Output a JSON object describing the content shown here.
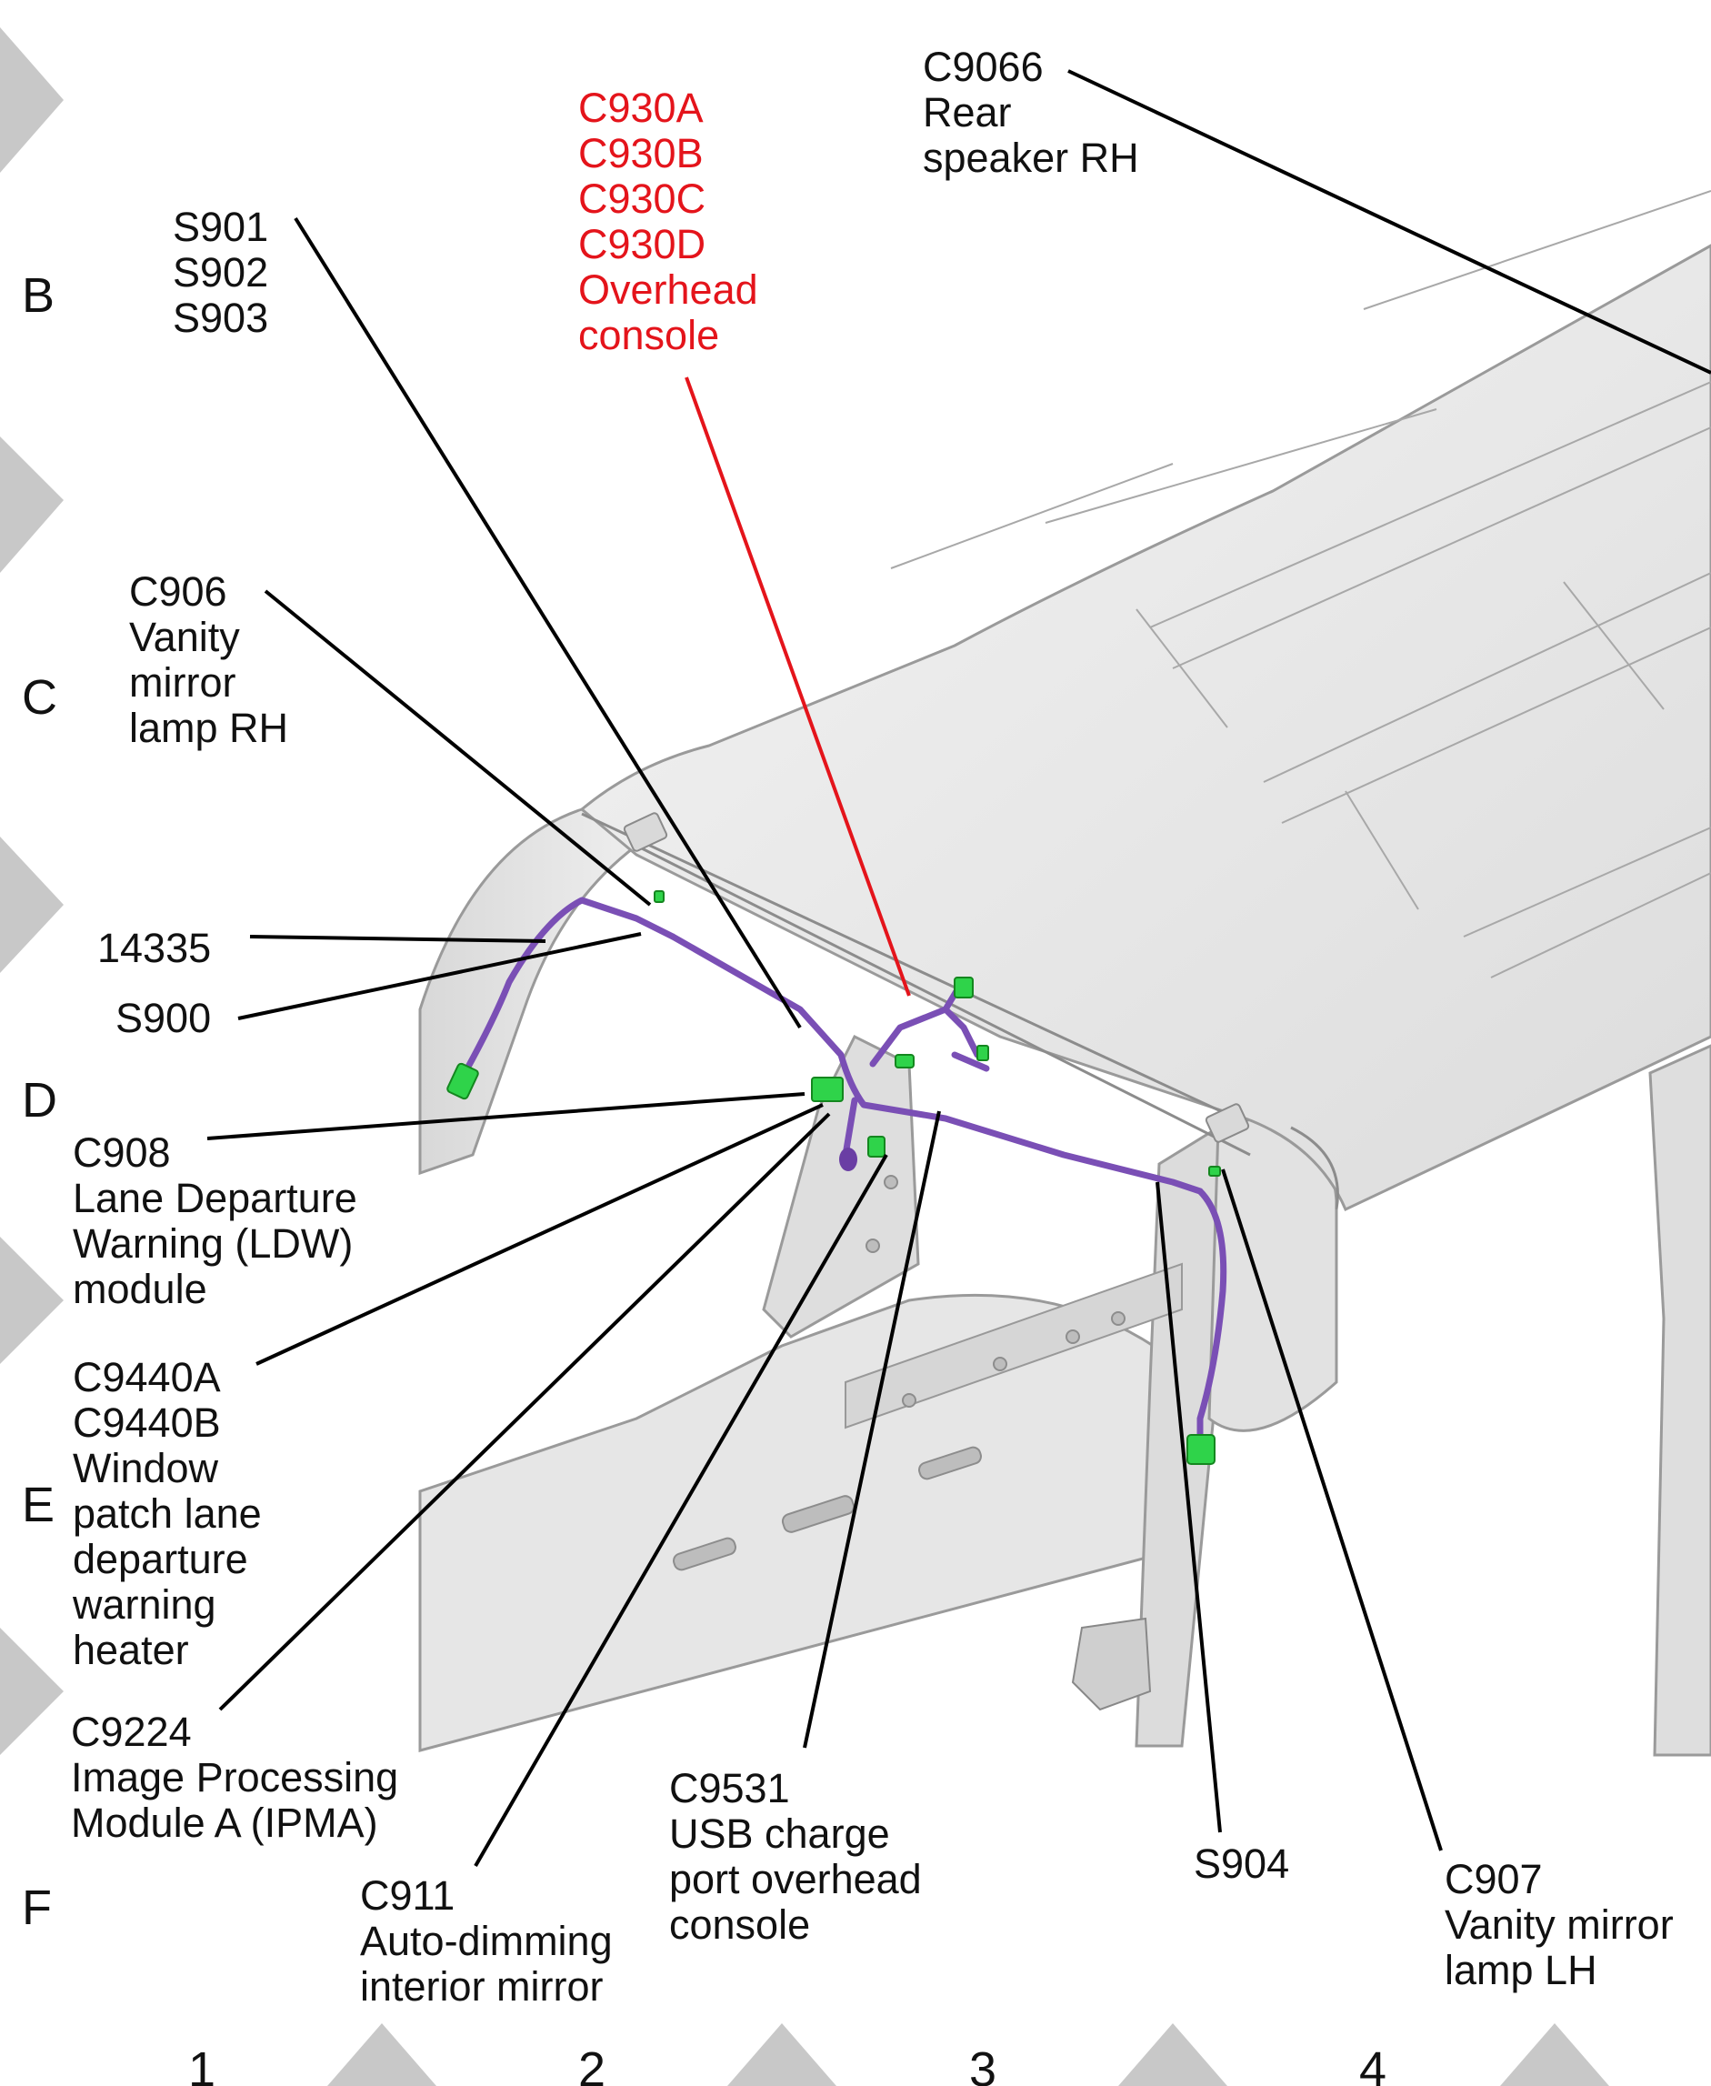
{
  "grid": {
    "rows": [
      "B",
      "C",
      "D",
      "E",
      "F"
    ],
    "columns": [
      "1",
      "2",
      "3",
      "4"
    ]
  },
  "labels": {
    "c9066": [
      "C9066",
      "Rear",
      "speaker RH"
    ],
    "c930": [
      "C930A",
      "C930B",
      "C930C",
      "C930D",
      "Overhead",
      "console"
    ],
    "s901": [
      "S901",
      "S902",
      "S903"
    ],
    "c906": [
      "C906",
      "Vanity",
      "mirror",
      "lamp RH"
    ],
    "p14335": [
      "14335"
    ],
    "s900": [
      "S900"
    ],
    "c908": [
      "C908",
      "Lane Departure",
      "Warning (LDW)",
      "module"
    ],
    "c9440": [
      "C9440A",
      "C9440B",
      "Window",
      "patch lane",
      "departure",
      "warning",
      "heater"
    ],
    "c9224": [
      "C9224",
      "Image Processing",
      "Module A (IPMA)"
    ],
    "c911": [
      "C911",
      "Auto-dimming",
      "interior mirror"
    ],
    "c9531": [
      "C9531",
      "USB charge",
      "port overhead",
      "console"
    ],
    "s904": [
      "S904"
    ],
    "c907": [
      "C907",
      "Vanity mirror",
      "lamp LH"
    ]
  },
  "colors": {
    "highlight_label": "#e4141b",
    "harness": "#7a4fb5",
    "connector": "#2fd34a",
    "body_fill": "#e9e9e9",
    "chevron": "#c8c8c8"
  }
}
